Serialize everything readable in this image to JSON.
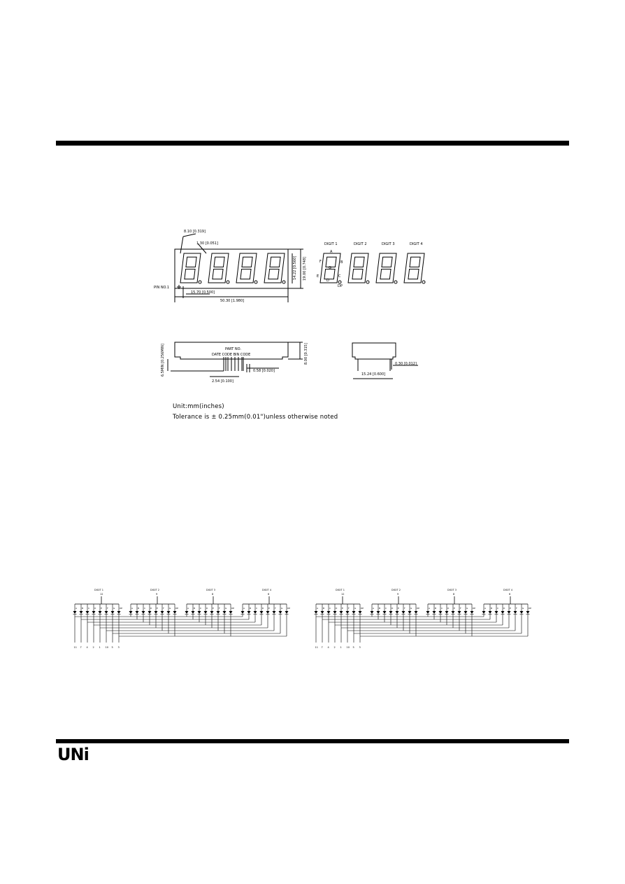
{
  "dimensions": {
    "seg_width": "8.10 [0.319]",
    "seg_stroke": "1.30 [0.051]",
    "digit_height": "14.22 [0.560]",
    "body_height": "19.00 [0.748]",
    "digit_pitch": "15.70 [0.500]",
    "body_length": "50.30 [1.980]",
    "depth": "8.00 [0.315]",
    "pin_length": "6.5MIN [0.256MIN]",
    "pin_pitch": "2.54 [0.100]",
    "pin_dia": "0.58 [0.020]",
    "row_spacing": "15.24 [0.600]",
    "pin_thickness": "0.30 [0.012]"
  },
  "labels": {
    "pin1": "PIN NO.1",
    "part_no": "PART NO.",
    "date_code": "DATE CODE BIN CODE",
    "dp": "DP"
  },
  "segments": [
    "A",
    "B",
    "C",
    "D",
    "E",
    "F",
    "G"
  ],
  "digit_labels": [
    "DIGIT 1",
    "DIGIT 2",
    "DIGIT 3",
    "DIGIT 4"
  ],
  "notes": {
    "unit": "Unit:mm(inches)",
    "tolerance": "Tolerance is ± 0.25mm(0.01\")unless otherwise noted"
  },
  "circuit": {
    "segment_letters": [
      "A",
      "B",
      "C",
      "D",
      "E",
      "F",
      "G",
      "DP"
    ],
    "left_common_pins": [
      "12",
      "9",
      "8",
      "6"
    ],
    "right_common_pins": [
      "12",
      "9",
      "8",
      "6"
    ],
    "left_pin_numbers": [
      "11",
      "7",
      "4",
      "2",
      "1",
      "10",
      "5",
      "3"
    ],
    "right_pin_numbers": [
      "11",
      "7",
      "4",
      "2",
      "1",
      "10",
      "5",
      "3"
    ]
  },
  "footer": {
    "logo": "UNi"
  }
}
